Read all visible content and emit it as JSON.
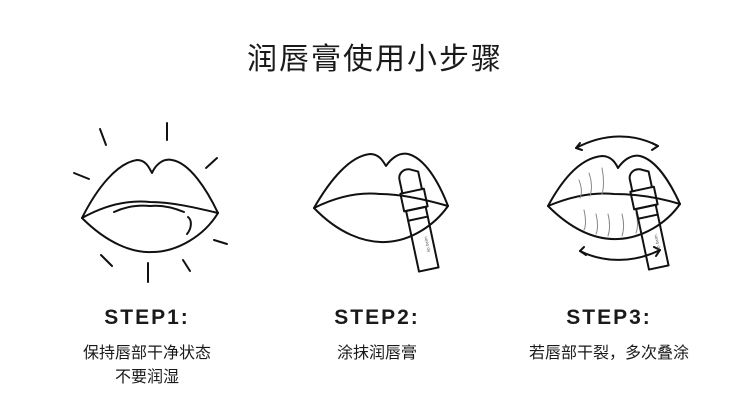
{
  "title": "润唇膏使用小步骤",
  "steps": [
    {
      "label": "STEP1:",
      "desc": [
        "保持唇部干净状态",
        "不要润湿"
      ],
      "icon": "lips-shine-icon"
    },
    {
      "label": "STEP2:",
      "desc": [
        "涂抹润唇膏"
      ],
      "icon": "lips-with-lip-balm-icon"
    },
    {
      "label": "STEP3:",
      "desc": [
        "若唇部干裂，多次叠涂"
      ],
      "icon": "lips-reapply-icon"
    }
  ],
  "colors": {
    "line": "#111111",
    "text": "#1a1a1a",
    "background": "#ffffff"
  }
}
